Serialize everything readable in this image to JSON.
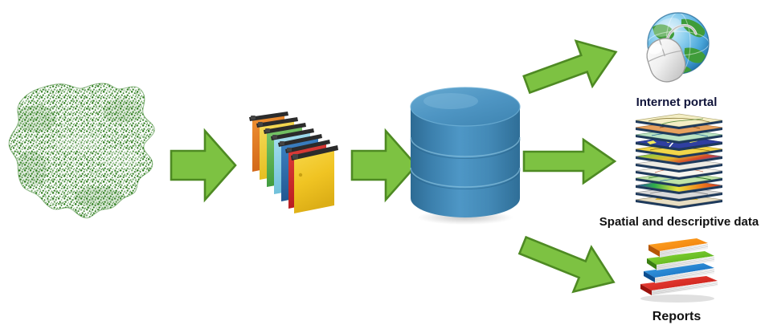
{
  "diagram": {
    "title": "Forest data flow diagram",
    "background_color": "#ffffff",
    "nodes": {
      "source_map": {
        "name": "Poland forest cover map",
        "icon": "poland-forest-map-icon",
        "fill_color": "#2e7d1e",
        "caption": ""
      },
      "paper_records": {
        "name": "Hanging file folders",
        "icon": "hanging-folders-icon",
        "caption": "",
        "folder_colors": [
          "#e8871e",
          "#f2cd25",
          "#57b14b",
          "#8fd3e8",
          "#2e74b5",
          "#cf2027",
          "#f2c829"
        ]
      },
      "database": {
        "name": "Central database",
        "icon": "database-cylinder-icon",
        "caption": "",
        "top_color": "#4a8fc0",
        "body_color": "#3b7da8",
        "shadow_color": "#2e6c96"
      }
    },
    "outputs": [
      {
        "id": "internet-portal",
        "label": "Internet portal",
        "icon": "globe-mouse-icon",
        "label_color": "#10143a"
      },
      {
        "id": "spatial-descriptive-data",
        "label": "Spatial and descriptive data",
        "icon": "map-layers-stack-icon",
        "label_color": "#111111"
      },
      {
        "id": "reports",
        "label": "Reports",
        "icon": "book-stack-icon",
        "label_color": "#111111"
      }
    ],
    "arrows": [
      {
        "id": "arrow-map-to-folders",
        "direction": "right",
        "angle_deg": 0,
        "fill": "#7dc242",
        "stroke": "#4e8a23"
      },
      {
        "id": "arrow-folders-to-database",
        "direction": "right",
        "angle_deg": 0,
        "fill": "#7dc242",
        "stroke": "#4e8a23"
      },
      {
        "id": "arrow-database-to-portal",
        "direction": "up-right",
        "angle_deg": -20,
        "fill": "#7dc242",
        "stroke": "#4e8a23"
      },
      {
        "id": "arrow-database-to-layers",
        "direction": "right",
        "angle_deg": 0,
        "fill": "#7dc242",
        "stroke": "#4e8a23"
      },
      {
        "id": "arrow-database-to-reports",
        "direction": "down-right",
        "angle_deg": 22,
        "fill": "#7dc242",
        "stroke": "#4e8a23"
      }
    ],
    "palette": {
      "arrow_fill": "#7dc242",
      "arrow_stroke": "#4e8a23",
      "forest_green": "#2e7d1e",
      "database_blue": "#3b7da8",
      "text_navy": "#10143a"
    }
  }
}
